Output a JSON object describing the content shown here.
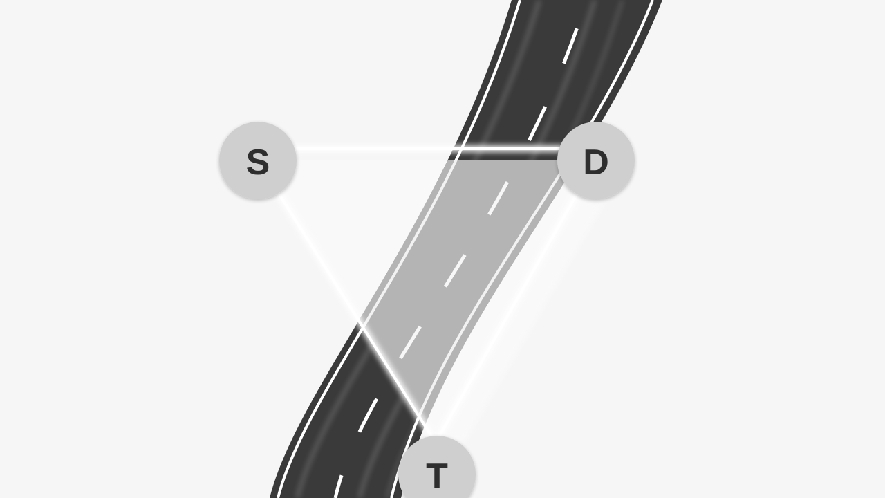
{
  "nodes": {
    "s": {
      "label": "S"
    },
    "d": {
      "label": "D"
    },
    "t": {
      "label": "T"
    }
  },
  "colors": {
    "background": "#f6f6f6",
    "road": "#3a3a3a",
    "road_edge_line": "#ffffff",
    "lane_dash": "#ffffff",
    "node_fill": "#cfcfcf",
    "node_text": "#2e2e2e",
    "triangle_edge": "#ffffff"
  }
}
